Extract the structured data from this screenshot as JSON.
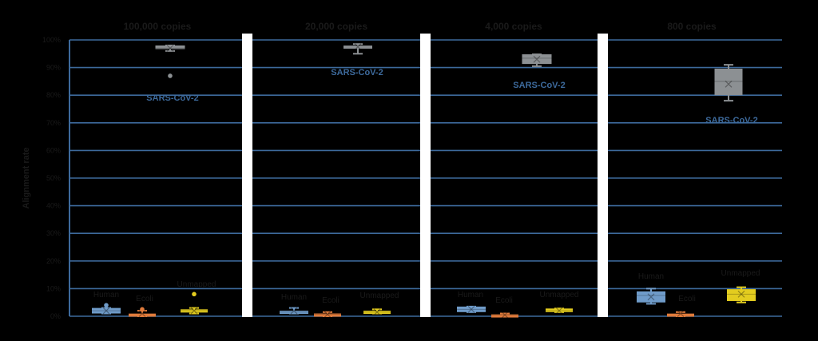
{
  "chart_data": {
    "type": "box",
    "title": "",
    "ylabel": "Alignment rate",
    "xlabel": "",
    "ylim": [
      0,
      100
    ],
    "y_ticks": [
      "0%",
      "10%",
      "20%",
      "30%",
      "40%",
      "50%",
      "60%",
      "70%",
      "80%",
      "90%",
      "100%"
    ],
    "grid": true,
    "colors": {
      "gridline": "#3d6a9c",
      "divider": "#ffffff",
      "SARS-CoV-2": "#8c9093",
      "Human": "#6f9bc9",
      "Ecoli": "#e07b3b",
      "Unmapped": "#e3cc1f",
      "sars_label": "#3d6a9c"
    },
    "panels": [
      {
        "title": "100,000 copies",
        "series": [
          {
            "name": "SARS-CoV-2",
            "min": 96,
            "q1": 96.7,
            "median": 97,
            "q3": 98,
            "max": 98,
            "mean": 97,
            "outliers": [
              87
            ]
          },
          {
            "name": "Human",
            "min": 1,
            "q1": 1,
            "median": 2,
            "q3": 3,
            "max": 3,
            "mean": 2,
            "outliers": [
              4
            ]
          },
          {
            "name": "Ecoli",
            "min": 0,
            "q1": 0.5,
            "median": 1,
            "q3": 1,
            "max": 2,
            "mean": 1,
            "outliers": [
              2.5
            ]
          },
          {
            "name": "Unmapped",
            "min": 1,
            "q1": 1.5,
            "median": 2,
            "q3": 2.5,
            "max": 3,
            "mean": 2,
            "outliers": [
              8
            ]
          }
        ]
      },
      {
        "title": "20,000 copies",
        "series": [
          {
            "name": "SARS-CoV-2",
            "min": 95,
            "q1": 97.5,
            "median": 98,
            "q3": 98,
            "max": 98.5,
            "mean": 97.5,
            "outliers": []
          },
          {
            "name": "Human",
            "min": 1,
            "q1": 1,
            "median": 1.5,
            "q3": 2,
            "max": 3,
            "mean": 2,
            "outliers": []
          },
          {
            "name": "Ecoli",
            "min": 0,
            "q1": 0.5,
            "median": 0.7,
            "q3": 1,
            "max": 1.5,
            "mean": 0.7,
            "outliers": []
          },
          {
            "name": "Unmapped",
            "min": 1,
            "q1": 1,
            "median": 1.5,
            "q3": 2,
            "max": 2.5,
            "mean": 1.5,
            "outliers": []
          }
        ]
      },
      {
        "title": "4,000 copies",
        "series": [
          {
            "name": "SARS-CoV-2",
            "min": 90.5,
            "q1": 91.3,
            "median": 93.4,
            "q3": 94.8,
            "max": 94.8,
            "mean": 93,
            "outliers": []
          },
          {
            "name": "Human",
            "min": 1.5,
            "q1": 1.5,
            "median": 2.5,
            "q3": 3.5,
            "max": 3.5,
            "mean": 2.5,
            "outliers": []
          },
          {
            "name": "Ecoli",
            "min": 0,
            "q1": 0.3,
            "median": 0.5,
            "q3": 0.7,
            "max": 1,
            "mean": 0.5,
            "outliers": []
          },
          {
            "name": "Unmapped",
            "min": 1.5,
            "q1": 1.5,
            "median": 2,
            "q3": 2.8,
            "max": 2.8,
            "mean": 2,
            "outliers": []
          }
        ]
      },
      {
        "title": "800 copies",
        "series": [
          {
            "name": "SARS-CoV-2",
            "min": 78,
            "q1": 80,
            "median": 85,
            "q3": 89.6,
            "max": 91,
            "mean": 84,
            "outliers": []
          },
          {
            "name": "Human",
            "min": 4.5,
            "q1": 5,
            "median": 7.5,
            "q3": 9,
            "max": 10,
            "mean": 7,
            "outliers": []
          },
          {
            "name": "Ecoli",
            "min": 0,
            "q1": 0.5,
            "median": 1,
            "q3": 1,
            "max": 1.5,
            "mean": 1,
            "outliers": []
          },
          {
            "name": "Unmapped",
            "min": 5,
            "q1": 5.5,
            "median": 8,
            "q3": 9.8,
            "max": 10.5,
            "mean": 8,
            "outliers": []
          }
        ]
      }
    ]
  },
  "labels": {
    "ylabel": "Alignment rate",
    "ticks": [
      "0%",
      "10%",
      "20%",
      "30%",
      "40%",
      "50%",
      "60%",
      "70%",
      "80%",
      "90%",
      "100%"
    ],
    "panel_titles": [
      "100,000 copies",
      "20,000 copies",
      "4,000 copies",
      "800 copies"
    ],
    "sars": "SARS-CoV-2",
    "human": "Human",
    "ecoli": "Ecoli",
    "unmapped": "Unmapped"
  }
}
